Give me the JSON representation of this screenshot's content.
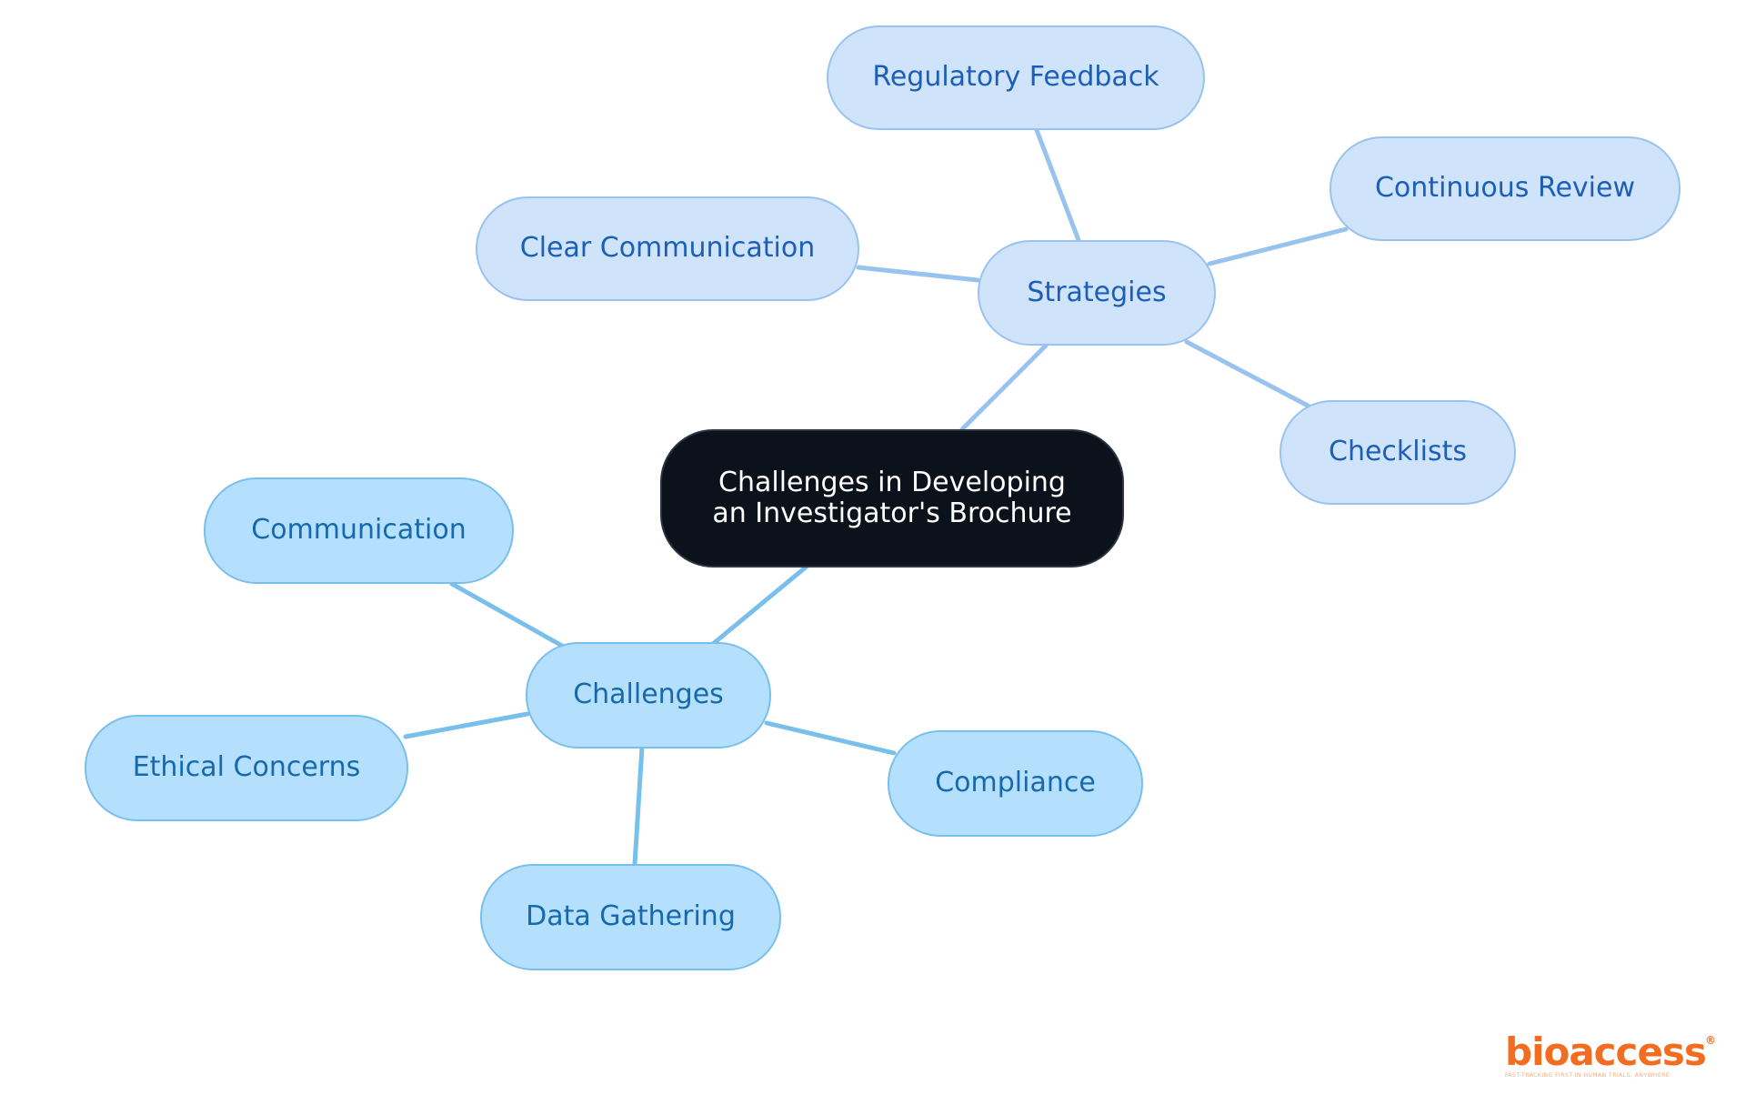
{
  "diagram": {
    "root": {
      "label": "Challenges in Developing an Investigator's Brochure"
    },
    "strategies": {
      "label": "Strategies",
      "children": [
        "Regulatory Feedback",
        "Continuous Review",
        "Clear Communication",
        "Checklists"
      ]
    },
    "challenges": {
      "label": "Challenges",
      "children": [
        "Communication",
        "Ethical Concerns",
        "Data Gathering",
        "Compliance"
      ]
    },
    "colors": {
      "root_fill": "#0b121b",
      "strategy_fill": "#cfe3fb",
      "strategy_text": "#1c5fb5",
      "strategy_link": "#98c3ef",
      "challenge_fill": "#b5e0fd",
      "challenge_text": "#1669ad",
      "challenge_link": "#79bfec"
    }
  },
  "brand": {
    "logo_text": "bioaccess",
    "registered_mark": "®",
    "tagline": "FAST-TRACKING FIRST-IN-HUMAN TRIALS, ANYWHERE",
    "color": "#f26d1f"
  }
}
